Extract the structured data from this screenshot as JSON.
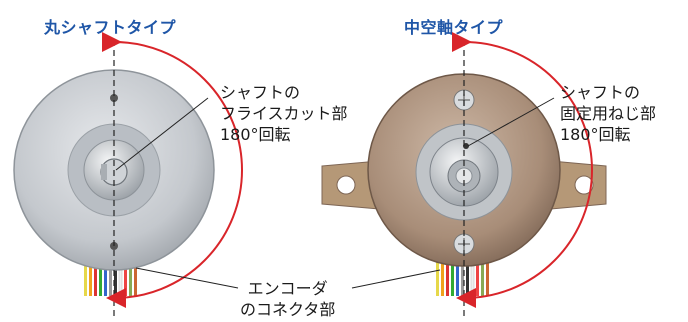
{
  "titles": {
    "left": "丸シャフトタイプ",
    "right": "中空軸タイプ"
  },
  "callouts": {
    "left": {
      "line1": "シャフトの",
      "line2": "フライスカット部",
      "line3": "180°回転"
    },
    "right": {
      "line1": "シャフトの",
      "line2": "固定用ねじ部",
      "line3": "180°回転"
    },
    "bottom": {
      "line1": "エンコーダ",
      "line2": "のコネクタ部"
    }
  },
  "colors": {
    "title_blue": "#1f56a7",
    "arrow_red": "#d9252a",
    "left_housing": "#c9cdd2",
    "right_housing": "#b39a85"
  }
}
